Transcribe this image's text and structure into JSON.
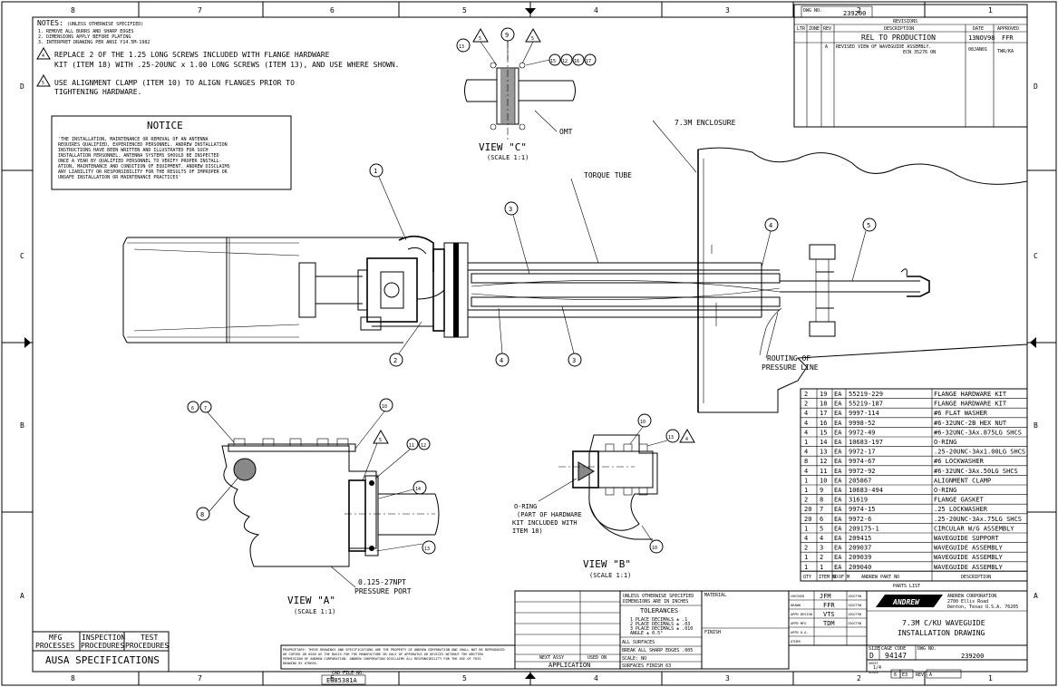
{
  "border": {
    "top_zones": [
      "8",
      "7",
      "6",
      "5",
      "4",
      "3",
      "2",
      "1"
    ],
    "bottom_zones": [
      "8",
      "7",
      "6",
      "5",
      "4",
      "3",
      "2",
      "1"
    ],
    "side_zones": [
      "D",
      "C",
      "B",
      "A"
    ]
  },
  "notes": {
    "header": "NOTES:",
    "header_sub": "(UNLESS OTHERWISE SPECIFIED)",
    "lines": [
      "1. REMOVE ALL BURRS AND SHARP EDGES",
      "2. DIMENSIONS APPLY BEFORE PLATING",
      "3. INTERPRET DRAWING PER ANSI Y14.5M-1982"
    ],
    "note4_num": "4",
    "note4_line1": "REPLACE 2 OF THE 1.25 LONG SCREWS INCLUDED WITH FLANGE HARDWARE",
    "note4_line2": "KIT (ITEM 18) WITH .25-20UNC x 1.00 LONG SCREWS (ITEM 13), AND USE WHERE SHOWN.",
    "note5_num": "5",
    "note5_line1": "USE ALIGNMENT CLAMP (ITEM 10) TO ALIGN FLANGES PRIOR TO",
    "note5_line2": "TIGHTENING HARDWARE."
  },
  "notice": {
    "title": "NOTICE",
    "lines": [
      "'THE INSTALLATION, MAINTENANCE OR REMOVAL OF AN ANTENNA",
      "REQUIRES QUALIFIED, EXPERIENCED PERSONNEL. ANDREW INSTALLATION",
      "INSTRUCTIONS HAVE BEEN WRITTEN AND ILLUSTRATED FOR SUCH",
      "INSTALLATION PERSONNEL. ANTENNA SYSTEMS SHOULD BE INSPECTED",
      "ONCE A YEAR BY QUALIFIED PERSONNEL TO VERIFY PROPER INSTALL-",
      "ATION, MAINTENANCE AND CONDITION OF EQUIPMENT. ANDREW DISCLAIMS",
      "ANY LIABILITY OR RESPONSIBILITY FOR THE RESULTS OF IMPROPER OR",
      "UNSAFE INSTALLATION OR MAINTENANCE PRACTICES'"
    ]
  },
  "views": {
    "c_title": "VIEW \"C\"",
    "c_scale": "(SCALE 1:1)",
    "a_title": "VIEW \"A\"",
    "a_scale": "(SCALE 1:1)",
    "b_title": "VIEW \"B\"",
    "b_scale": "(SCALE 1:1)"
  },
  "callouts": {
    "omt": "OMT",
    "enclosure": "7.3M ENCLOSURE",
    "torque_tube": "TORQUE TUBE",
    "routing_1": "ROUTING OF",
    "routing_2": "PRESSURE LINE",
    "port_1": "0.125-27NPT",
    "port_2": "PRESSURE PORT",
    "oring_1": "O-RING",
    "oring_2": "(PART OF HARDWARE",
    "oring_3": "KIT INCLUDED WITH",
    "oring_4": "ITEM 18)"
  },
  "balloons": {
    "b1": "1",
    "b2": "2",
    "b3": "3",
    "b4": "4",
    "b5": "5",
    "b6": "6",
    "b7": "7",
    "b8": "8",
    "b9": "9",
    "b10": "10",
    "b11": "11",
    "b12": "12",
    "b13": "13",
    "b14": "14",
    "b15": "15",
    "b16": "16",
    "b17": "17"
  },
  "parts_list": {
    "title": "PARTS LIST",
    "header": {
      "qty": "QTY",
      "item": "ITEM NO",
      "um": "U OF M",
      "part": "ANDREW PART NO",
      "desc": "DESCRIPTION"
    },
    "rows": [
      {
        "qty": "2",
        "item": "19",
        "um": "EA",
        "part": "55219-229",
        "desc": "FLANGE HARDWARE KIT"
      },
      {
        "qty": "2",
        "item": "18",
        "um": "EA",
        "part": "55219-187",
        "desc": "FLANGE HARDWARE KIT"
      },
      {
        "qty": "4",
        "item": "17",
        "um": "EA",
        "part": "9997-114",
        "desc": "#6 FLAT WASHER"
      },
      {
        "qty": "4",
        "item": "16",
        "um": "EA",
        "part": "9998-52",
        "desc": "#6-32UNC-2B HEX NUT"
      },
      {
        "qty": "4",
        "item": "15",
        "um": "EA",
        "part": "9972-49",
        "desc": "#6-32UNC-3Ax.875LG SHCS"
      },
      {
        "qty": "1",
        "item": "14",
        "um": "EA",
        "part": "10683-197",
        "desc": "O-RING"
      },
      {
        "qty": "4",
        "item": "13",
        "um": "EA",
        "part": "9972-17",
        "desc": ".25-20UNC-3Ax1.00LG SHCS"
      },
      {
        "qty": "8",
        "item": "12",
        "um": "EA",
        "part": "9974-67",
        "desc": "#6 LOCKWASHER"
      },
      {
        "qty": "4",
        "item": "11",
        "um": "EA",
        "part": "9972-92",
        "desc": "#6-32UNC-3Ax.50LG SHCS"
      },
      {
        "qty": "1",
        "item": "10",
        "um": "EA",
        "part": "205867",
        "desc": "ALIGNMENT CLAMP"
      },
      {
        "qty": "1",
        "item": "9",
        "um": "EA",
        "part": "10683-494",
        "desc": "O-RING"
      },
      {
        "qty": "2",
        "item": "8",
        "um": "EA",
        "part": "31619",
        "desc": "FLANGE GASKET"
      },
      {
        "qty": "20",
        "item": "7",
        "um": "EA",
        "part": "9974-15",
        "desc": ".25 LOCKWASHER"
      },
      {
        "qty": "20",
        "item": "6",
        "um": "EA",
        "part": "9972-6",
        "desc": ".25-20UNC-3Ax.75LG SHCS"
      },
      {
        "qty": "1",
        "item": "5",
        "um": "EA",
        "part": "209175-1",
        "desc": "CIRCULAR W/G ASSEMBLY"
      },
      {
        "qty": "4",
        "item": "4",
        "um": "EA",
        "part": "209415",
        "desc": "WAVEGUIDE SUPPORT"
      },
      {
        "qty": "2",
        "item": "3",
        "um": "EA",
        "part": "209037",
        "desc": "WAVEGUIDE ASSEMBLY"
      },
      {
        "qty": "1",
        "item": "2",
        "um": "EA",
        "part": "209039",
        "desc": "WAVEGUIDE ASSEMBLY"
      },
      {
        "qty": "1",
        "item": "1",
        "um": "EA",
        "part": "209040",
        "desc": "WAVEGUIDE ASSEMBLY"
      }
    ]
  },
  "revisions": {
    "dwg_label": "DWG NO.",
    "dwg_no": "239200",
    "title": "REVISIONS",
    "header": {
      "ltr": "LTR",
      "zone": "ZONE",
      "rev": "REV",
      "desc": "DESCRIPTION",
      "date": "DATE",
      "approved": "APPROVED"
    },
    "row1": {
      "desc": "REL TO PRODUCTION",
      "date": "13NOV98",
      "approved": "FFR"
    },
    "row2": {
      "rev": "A",
      "desc1": "REVISED VIEW OF WAVEGUIDE ASSEMBLY.",
      "desc2": "ECN 35276 ON",
      "date": "08JAN01",
      "approved": "TWR/KA"
    }
  },
  "title_block": {
    "tol_title1": "UNLESS OTHERWISE SPECIFIED",
    "tol_title2": "DIMENSIONS ARE IN INCHES",
    "tolerances": "TOLERANCES",
    "tol_lines": [
      "1 PLACE DECIMALS ± .1",
      "2 PLACE DECIMALS ± .03",
      "3 PLACE DECIMALS ± .010",
      "ANGLE ± 0.5°"
    ],
    "all_surfaces": "ALL SURFACES",
    "break_edges": "BREAK ALL SHARP EDGES .005",
    "scale": "SCALE: NO",
    "surface": "SURFACES FINISH 63",
    "material": "MATERIAL",
    "finish": "FINISH",
    "next_assy": "NEXT ASSY",
    "used_on": "USED ON",
    "application": "APPLICATION",
    "sig_labels": [
      "CHECKED",
      "DRAWN",
      "APPD DESIGN",
      "APPD MFG",
      "APPD Q.A.",
      "OTHER"
    ],
    "sig_names": [
      "JFM",
      "FFR",
      "VTS",
      "TDM",
      "",
      ""
    ],
    "sig_codes": [
      "13OCT98",
      "13OCT98",
      "13OCT98",
      "23OCT98",
      "",
      ""
    ],
    "company": "ANDREW CORPORATION",
    "address1": "2700 Ellis Road",
    "address2": "Denton, Texas U.S.A. 76205",
    "logo": "ANDREW",
    "dwg_title1": "7.3M C/KU WAVEGUIDE",
    "dwg_title2": "INSTALLATION DRAWING",
    "size_label": "SIZE",
    "size": "D",
    "cage_label": "CAGE CODE",
    "cage": "94147",
    "dwgno_label": "DWG NO.",
    "dwgno": "239200",
    "sheet_prefix": "SHEET",
    "sheet": "1/4",
    "scale_label": "SCALE",
    "file_code": "6",
    "file_code2": "E3",
    "rev_label": "REV",
    "rev": "A",
    "cad_label": "CAD FILE NO.",
    "cad_file": "EG85381A",
    "proprietary_lines": [
      "PROPRIETARY: THESE DRAWINGS AND SPECIFICATIONS ARE THE PROPERTY OF ANDREW CORPORATION AND SHALL NOT BE REPRODUCED",
      "OR COPIED OR USED AS THE BASIS FOR THE MANUFACTURE OR SALE OF APPARATUS OR DEVICES WITHOUT THE WRITTEN",
      "PERMISSION OF ANDREW CORPORATION. ANDREW CORPORATION DISCLAIMS ALL RESPONSIBILITY FOR THE USE OF THIS",
      "DRAWING BY OTHERS."
    ]
  },
  "specs": {
    "mfg_1": "MFG",
    "mfg_2": "PROCESSES",
    "insp_1": "INSPECTION",
    "insp_2": "PROCEDURES",
    "test_1": "TEST",
    "test_2": "PROCEDURES",
    "ausa": "AUSA SPECIFICATIONS"
  }
}
